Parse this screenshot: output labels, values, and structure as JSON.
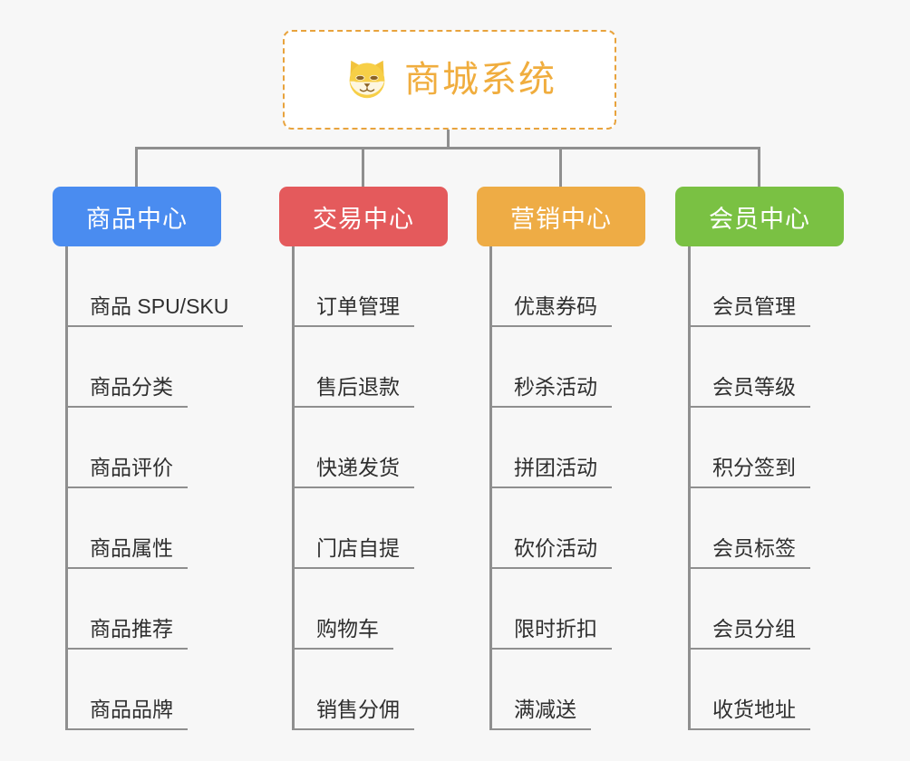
{
  "page": {
    "background": "#f7f7f7",
    "type": "mindmap"
  },
  "root": {
    "title": "商城系统",
    "icon": "dog-face-icon",
    "border_color": "#e8a33d",
    "text_color": "#f0ad3e",
    "background": "#ffffff"
  },
  "connector": {
    "color": "#8f8f8f"
  },
  "columns": [
    {
      "id": "product-center",
      "label": "商品中心",
      "color": "#4a8cf0",
      "items": [
        {
          "label": "商品 SPU/SKU"
        },
        {
          "label": "商品分类"
        },
        {
          "label": "商品评价"
        },
        {
          "label": "商品属性"
        },
        {
          "label": "商品推荐"
        },
        {
          "label": "商品品牌"
        }
      ]
    },
    {
      "id": "trade-center",
      "label": "交易中心",
      "color": "#e45a5c",
      "items": [
        {
          "label": "订单管理"
        },
        {
          "label": "售后退款"
        },
        {
          "label": "快递发货"
        },
        {
          "label": "门店自提"
        },
        {
          "label": "购物车"
        },
        {
          "label": "销售分佣"
        }
      ]
    },
    {
      "id": "marketing-center",
      "label": "营销中心",
      "color": "#eeac45",
      "items": [
        {
          "label": "优惠券码"
        },
        {
          "label": "秒杀活动"
        },
        {
          "label": "拼团活动"
        },
        {
          "label": "砍价活动"
        },
        {
          "label": "限时折扣"
        },
        {
          "label": "满减送"
        }
      ]
    },
    {
      "id": "member-center",
      "label": "会员中心",
      "color": "#7ac143",
      "items": [
        {
          "label": "会员管理"
        },
        {
          "label": "会员等级"
        },
        {
          "label": "积分签到"
        },
        {
          "label": "会员标签"
        },
        {
          "label": "会员分组"
        },
        {
          "label": "收货地址"
        }
      ]
    }
  ]
}
